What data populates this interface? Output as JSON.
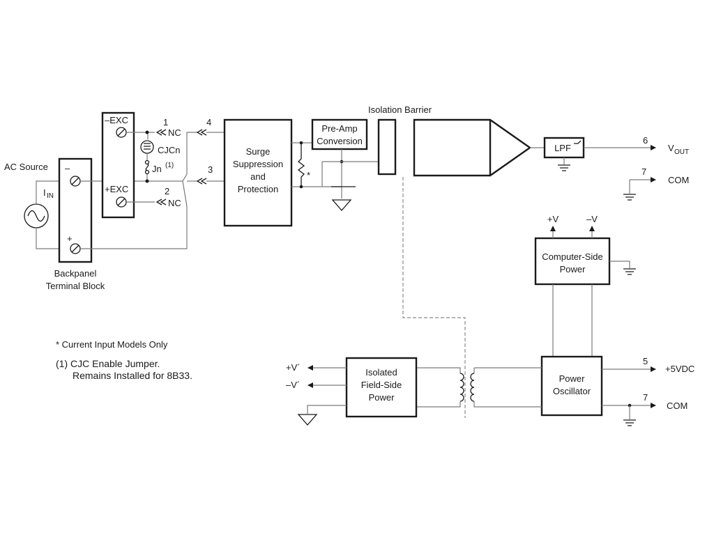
{
  "labels": {
    "ac_source": "AC Source",
    "iin": "I",
    "iin_sub": "IN",
    "backpanel_1": "Backpanel",
    "backpanel_2": "Terminal Block",
    "minus": "–",
    "plus": "+",
    "neg_exc": "–EXC",
    "pos_exc": "+EXC",
    "pin1": "1",
    "pin2": "2",
    "pin3": "3",
    "pin4": "4",
    "pin5": "5",
    "pin6": "6",
    "pin7a": "7",
    "pin7b": "7",
    "nc1": "NC",
    "nc2": "NC",
    "cjcn": "CJCn",
    "jn": "Jn",
    "jn_note": "(1)",
    "surge_1": "Surge",
    "surge_2": "Suppression",
    "surge_3": "and",
    "surge_4": "Protection",
    "star": "*",
    "preamp_1": "Pre-Amp",
    "preamp_2": "Conversion",
    "isolation_barrier": "Isolation Barrier",
    "lpf": "LPF",
    "vout": "V",
    "vout_sub": "OUT",
    "com1": "COM",
    "com2": "COM",
    "plus_v": "+V",
    "minus_v": "–V",
    "computer_side_1": "Computer-Side",
    "computer_side_2": "Power",
    "power_osc_1": "Power",
    "power_osc_2": "Oscillator",
    "isolated_1": "Isolated",
    "isolated_2": "Field-Side",
    "isolated_3": "Power",
    "plus_v_prime": "+V´",
    "minus_v_prime": "–V´",
    "plus_5vdc": "+5VDC",
    "footnote_star": "* Current Input Models Only",
    "footnote_1a": "(1) CJC Enable Jumper.",
    "footnote_1b": "Remains Installed for 8B33."
  }
}
